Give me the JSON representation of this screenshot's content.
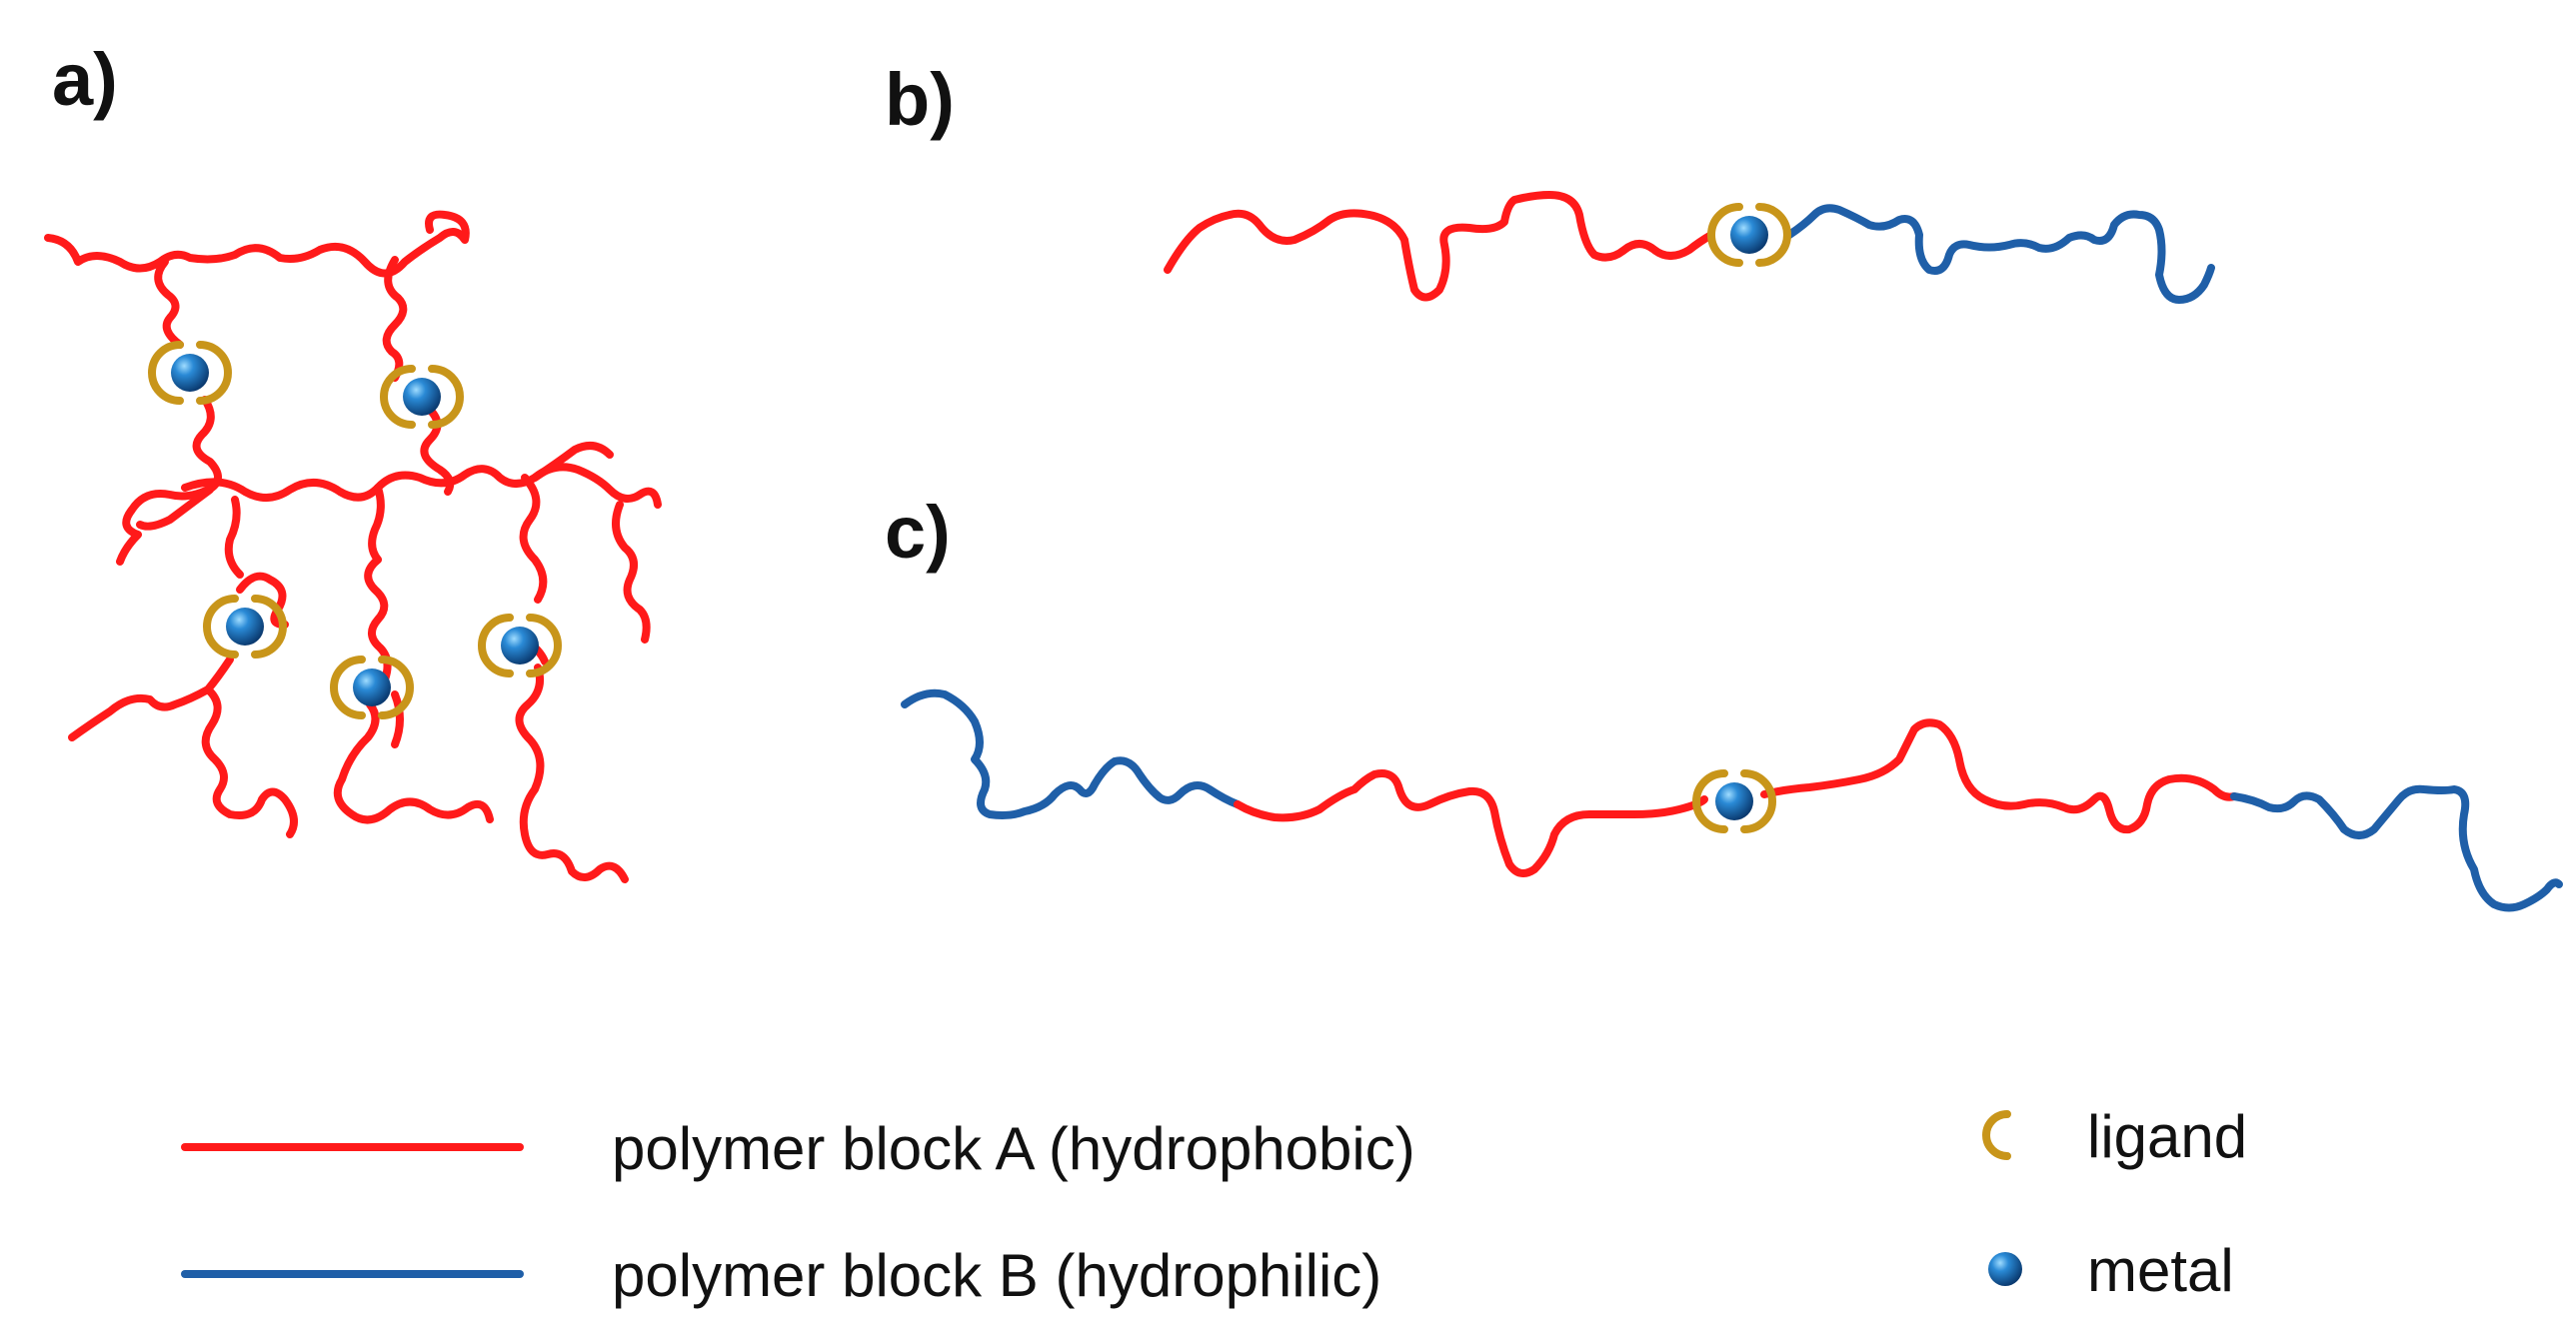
{
  "colors": {
    "block_a": "#ff1a1a",
    "block_b": "#1f5fa8",
    "ligand": "#c8951a",
    "metal_light": "#6fc3ff",
    "metal_mid": "#1b78c2",
    "metal_dark": "#0b3f78"
  },
  "panels": {
    "a": {
      "label": "a)"
    },
    "b": {
      "label": "b)"
    },
    "c": {
      "label": "c)"
    }
  },
  "legend": {
    "block_a": {
      "label": "polymer block A (hydrophobic)",
      "color_key": "block_a"
    },
    "block_b": {
      "label": "polymer block B (hydrophilic)",
      "color_key": "block_b"
    },
    "ligand": {
      "label": "ligand",
      "icon": "ligand-icon"
    },
    "metal": {
      "label": "metal",
      "icon": "metal-icon"
    }
  },
  "icons": [
    "ligand-icon",
    "metal-icon"
  ]
}
